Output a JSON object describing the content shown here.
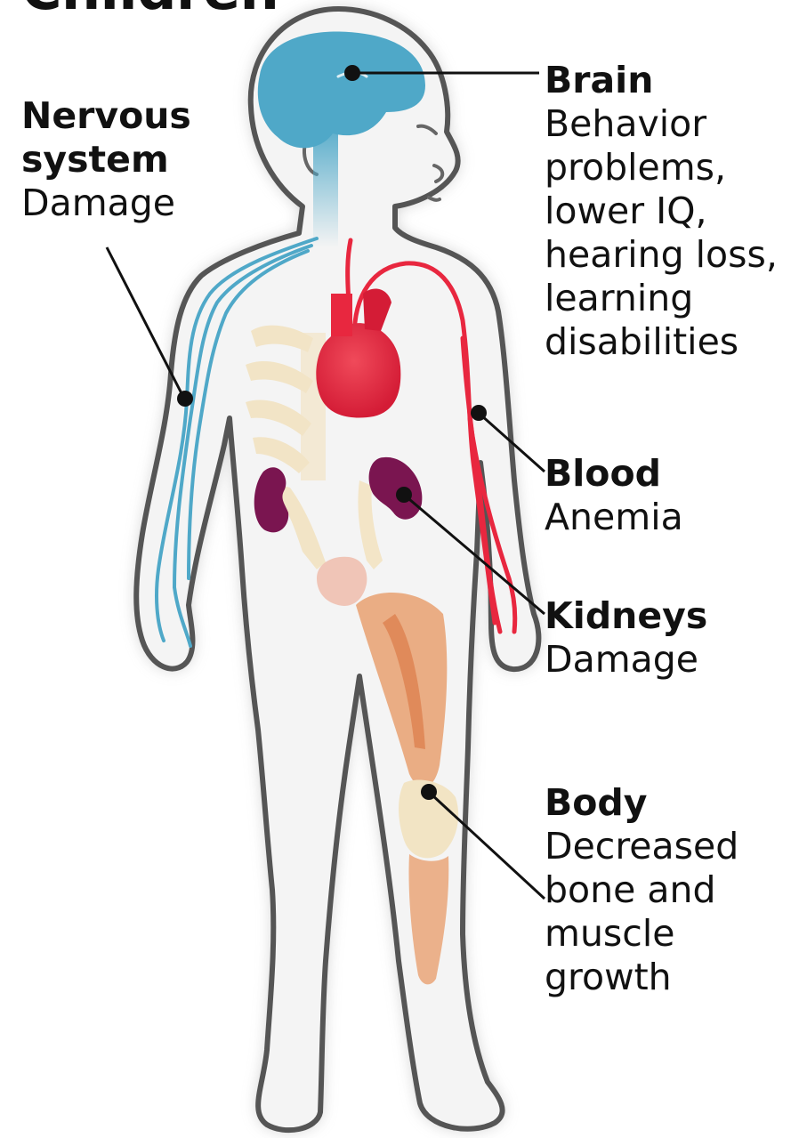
{
  "title": "Children",
  "callouts": {
    "nervous": {
      "heading_line1": "Nervous",
      "heading_line2": "system",
      "description_lines": [
        "Damage"
      ]
    },
    "brain": {
      "heading": "Brain",
      "description_lines": [
        "Behavior",
        "problems,",
        "lower IQ,",
        "hearing loss,",
        "learning",
        "disabilities"
      ]
    },
    "blood": {
      "heading": "Blood",
      "description_lines": [
        "Anemia"
      ]
    },
    "kidneys": {
      "heading": "Kidneys",
      "description_lines": [
        "Damage"
      ]
    },
    "body": {
      "heading": "Body",
      "description_lines": [
        "Decreased",
        "bone and",
        "muscle",
        "growth"
      ]
    }
  },
  "colors": {
    "brain_nerves": "#4fa8c8",
    "heart_blood": "#e8273f",
    "kidneys": "#7a1550",
    "skeleton": "#f2e4c4",
    "bladder": "#f0c0b0",
    "muscle": "#e8a070",
    "outline": "#555555",
    "shadow": "#bdbdbd",
    "leader_line": "#111111"
  }
}
